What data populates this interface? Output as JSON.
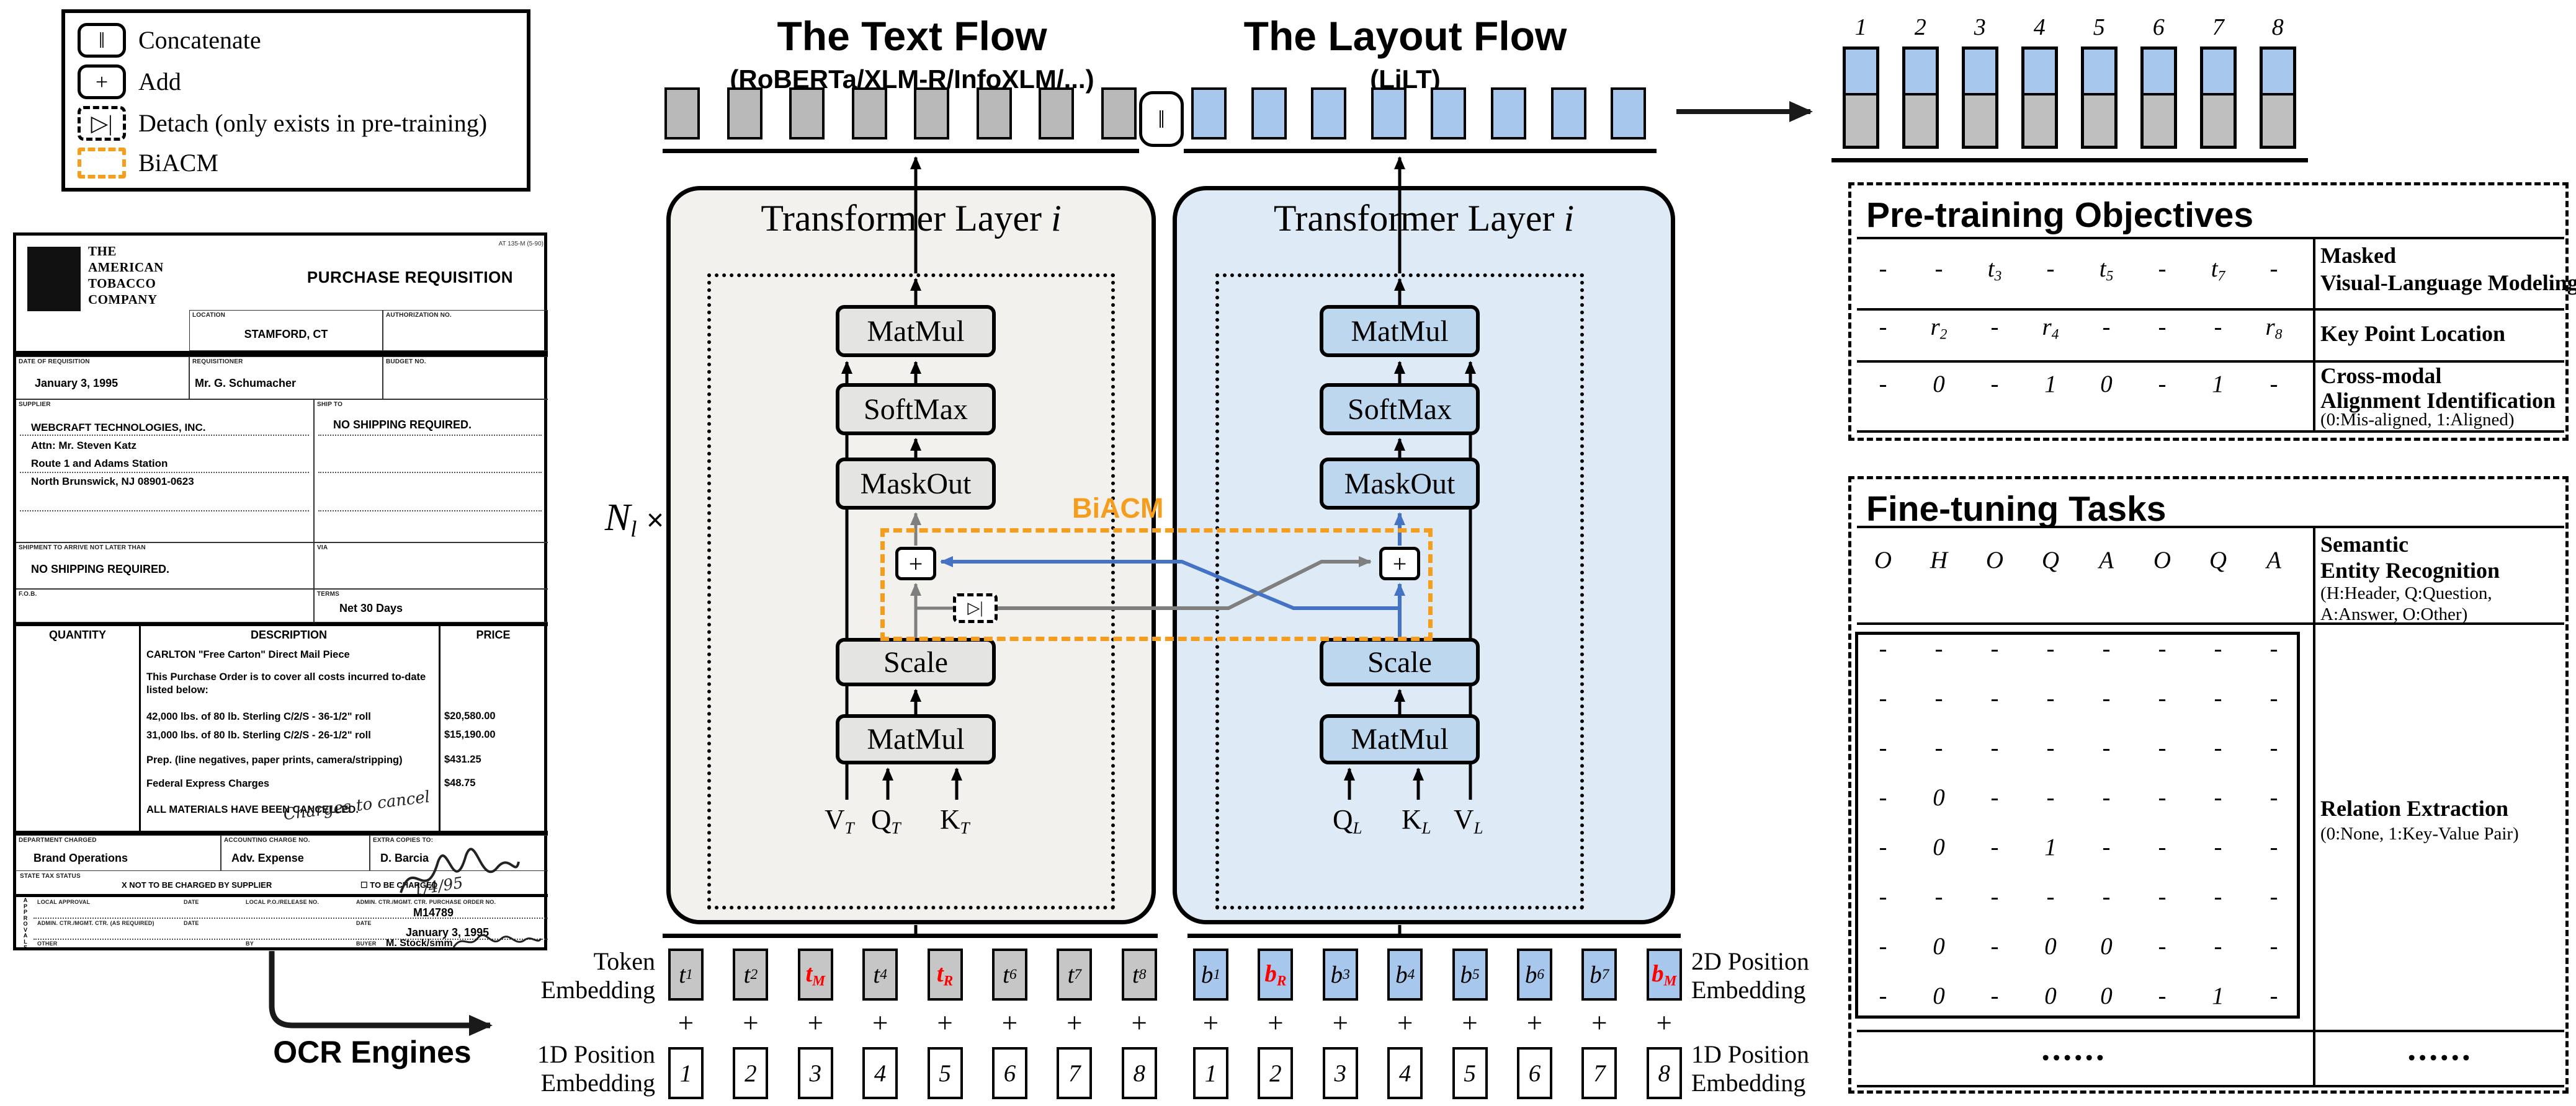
{
  "colors": {
    "accent_orange": "#F59E1D",
    "arrow_blue": "#4472C4",
    "arrow_gray": "#7F7F7F",
    "slab_gray": "#B9B9B9",
    "slab_blue": "#A7C7ED",
    "block_blue": "#BDD7EE",
    "flow_blue_bg": "#DEEBF7",
    "flow_gray_bg": "#F2F1EE",
    "red": "#FF0000"
  },
  "legend": {
    "items": [
      {
        "symbol": "‖",
        "label": "Concatenate",
        "style": "solid"
      },
      {
        "symbol": "+",
        "label": "Add",
        "style": "solid"
      },
      {
        "symbol": "▷|",
        "label": "Detach (only exists in pre-training)",
        "style": "dashed"
      },
      {
        "symbol": "",
        "label": "BiACM",
        "style": "orange"
      }
    ]
  },
  "ocr": {
    "label": "OCR Engines"
  },
  "n_layers": {
    "main": "N",
    "sub": "l",
    "times": "×"
  },
  "concat_symbol": "‖",
  "biacm": {
    "label": "BiACM"
  },
  "text_flow": {
    "title": "The Text Flow",
    "subtitle": "(RoBERTa/XLM-R/InfoXLM/...)",
    "layer_label": "Transformer Layer",
    "layer_label_italic": "i",
    "blocks": {
      "matmul_top": "MatMul",
      "softmax": "SoftMax",
      "maskout": "MaskOut",
      "add": "+",
      "detach": "▷|",
      "scale": "Scale",
      "matmul_bottom": "MatMul"
    },
    "inputs": [
      {
        "m": "V",
        "s": "T"
      },
      {
        "m": "Q",
        "s": "T"
      },
      {
        "m": "K",
        "s": "T"
      }
    ]
  },
  "layout_flow": {
    "title": "The Layout Flow",
    "subtitle": "(LiLT)",
    "layer_label": "Transformer Layer",
    "layer_label_italic": "i",
    "blocks": {
      "matmul_top": "MatMul",
      "softmax": "SoftMax",
      "maskout": "MaskOut",
      "add": "+",
      "scale": "Scale",
      "matmul_bottom": "MatMul"
    },
    "inputs": [
      {
        "m": "Q",
        "s": "L"
      },
      {
        "m": "K",
        "s": "L"
      },
      {
        "m": "V",
        "s": "L"
      }
    ]
  },
  "embeddings": {
    "token_label": [
      "Token",
      "Embedding"
    ],
    "pos1d_left_label": [
      "1D Position",
      "Embedding"
    ],
    "pos2d_label": [
      "2D Position",
      "Embedding"
    ],
    "pos1d_right_label": [
      "1D Position",
      "Embedding"
    ],
    "plus": "+",
    "tokens": [
      {
        "m": "t",
        "s": "1"
      },
      {
        "m": "t",
        "s": "2"
      },
      {
        "m": "t",
        "s": "M",
        "red": true
      },
      {
        "m": "t",
        "s": "4"
      },
      {
        "m": "t",
        "s": "R",
        "red": true
      },
      {
        "m": "t",
        "s": "6"
      },
      {
        "m": "t",
        "s": "7"
      },
      {
        "m": "t",
        "s": "8"
      }
    ],
    "pos1d": [
      "1",
      "2",
      "3",
      "4",
      "5",
      "6",
      "7",
      "8"
    ],
    "boxes2d": [
      {
        "m": "b",
        "s": "1"
      },
      {
        "m": "b",
        "s": "R",
        "red": true
      },
      {
        "m": "b",
        "s": "3"
      },
      {
        "m": "b",
        "s": "4"
      },
      {
        "m": "b",
        "s": "5"
      },
      {
        "m": "b",
        "s": "6"
      },
      {
        "m": "b",
        "s": "7"
      },
      {
        "m": "b",
        "s": "M",
        "red": true
      }
    ]
  },
  "output_stack": {
    "labels": [
      "1",
      "2",
      "3",
      "4",
      "5",
      "6",
      "7",
      "8"
    ]
  },
  "pretraining": {
    "title": "Pre-training Objectives",
    "rows": [
      {
        "values": [
          "-",
          "-",
          "t_3",
          "-",
          "t_5",
          "-",
          "t_7",
          "-"
        ],
        "label_bold": [
          "Masked",
          "Visual-Language Modeling"
        ],
        "label_normal": []
      },
      {
        "values": [
          "-",
          "r_2",
          "-",
          "r_4",
          "-",
          "-",
          "-",
          "r_8"
        ],
        "label_bold": [
          "Key Point Location"
        ],
        "label_normal": []
      },
      {
        "values": [
          "-",
          "0",
          "-",
          "1",
          "0",
          "-",
          "1",
          "-"
        ],
        "label_bold": [
          "Cross-modal",
          "Alignment Identification"
        ],
        "label_normal": [
          "(0:Mis-aligned, 1:Aligned)"
        ]
      }
    ]
  },
  "finetuning": {
    "title": "Fine-tuning Tasks",
    "header": [
      "O",
      "H",
      "O",
      "Q",
      "A",
      "O",
      "Q",
      "A"
    ],
    "ser_bold": [
      "Semantic",
      "Entity Recognition"
    ],
    "ser_normal": [
      "(H:Header, Q:Question,",
      "A:Answer, O:Other)"
    ],
    "matrix": [
      [
        "-",
        "-",
        "-",
        "-",
        "-",
        "-",
        "-",
        "-"
      ],
      [
        "-",
        "-",
        "-",
        "-",
        "-",
        "-",
        "-",
        "-"
      ],
      [
        "-",
        "-",
        "-",
        "-",
        "-",
        "-",
        "-",
        "-"
      ],
      [
        "-",
        "0",
        "-",
        "-",
        "-",
        "-",
        "-",
        "-"
      ],
      [
        "-",
        "0",
        "-",
        "1",
        "-",
        "-",
        "-",
        "-"
      ],
      [
        "-",
        "-",
        "-",
        "-",
        "-",
        "-",
        "-",
        "-"
      ],
      [
        "-",
        "0",
        "-",
        "0",
        "0",
        "-",
        "-",
        "-"
      ],
      [
        "-",
        "0",
        "-",
        "0",
        "0",
        "-",
        "1",
        "-"
      ]
    ],
    "re_bold": [
      "Relation Extraction"
    ],
    "re_normal": [
      "(0:None, 1:Key-Value Pair)"
    ],
    "dots_left": "••••••",
    "dots_right": "••••••"
  },
  "document": {
    "form_code": "AT 135-M (5-90)",
    "company": [
      "THE",
      "AMERICAN",
      "TOBACCO",
      "COMPANY"
    ],
    "title": "PURCHASE REQUISITION",
    "location_label": "LOCATION",
    "location": "STAMFORD, CT",
    "auth_label": "AUTHORIZATION NO.",
    "date_label": "DATE OF REQUISITION",
    "date": "January 3, 1995",
    "req_label": "REQUISITIONER",
    "requisitioner": "Mr. G. Schumacher",
    "budget_label": "BUDGET NO.",
    "supplier_label": "SUPPLIER",
    "supplier_lines": [
      "WEBCRAFT TECHNOLOGIES, INC.",
      "Attn: Mr. Steven Katz",
      "Route 1 and Adams Station",
      "North Brunswick, NJ 08901-0623"
    ],
    "shipto_label": "SHIP TO",
    "shipto": "NO SHIPPING REQUIRED.",
    "arrive_label": "SHIPMENT TO ARRIVE NOT LATER THAN",
    "arrive": "NO SHIPPING REQUIRED.",
    "via_label": "VIA",
    "fob_label": "F.O.B.",
    "terms_label": "TERMS",
    "terms": "Net 30 Days",
    "table_headers": [
      "QUANTITY",
      "DESCRIPTION",
      "PRICE"
    ],
    "table_rows": [
      {
        "desc": "CARLTON \"Free Carton\" Direct Mail Piece",
        "price": ""
      },
      {
        "desc": "This Purchase Order is to cover all costs incurred to-date listed below:",
        "price": ""
      },
      {
        "desc": "42,000 lbs. of 80 lb. Sterling C/2/S - 36-1/2\" roll",
        "price": "$20,580.00"
      },
      {
        "desc": "31,000 lbs. of 80 lb. Sterling C/2/S - 26-1/2\" roll",
        "price": "$15,190.00"
      },
      {
        "desc": "Prep. (line negatives, paper prints, camera/stripping)",
        "price": "$431.25"
      },
      {
        "desc": "Federal Express Charges",
        "price": "$48.75"
      },
      {
        "desc": "ALL MATERIALS HAVE BEEN CANCELLED.",
        "price": ""
      }
    ],
    "handwriting": "Charges to cancel",
    "handwriting_date": "1/4/95",
    "dept_label": "DEPARTMENT CHARGED",
    "dept": "Brand Operations",
    "acct_label": "ACCOUNTING CHARGE NO.",
    "acct": "Adv. Expense",
    "copies_label": "EXTRA COPIES TO:",
    "copies": "D. Barcia",
    "tax_label": "STATE TAX STATUS",
    "xmark": "X",
    "checkbox": "☐",
    "tax_opt1": "NOT TO BE CHARGED BY SUPPLIER",
    "tax_opt2": "TO BE CHARGED",
    "approvals_label": "APPROVALS",
    "local_label": "LOCAL APPROVAL",
    "date_lbl": "DATE",
    "po_label": "LOCAL P.O./RELEASE NO.",
    "admin_label": "ADMIN. CTR./MGMT. CTR. PURCHASE ORDER NO.",
    "po_no": "M14789",
    "admin2_label": "ADMIN. CTR./MGMT. CTR. (AS REQUIRED)",
    "date_value": "January 3, 1995",
    "other_label": "OTHER",
    "by_label": "BY",
    "buyer_label": "BUYER",
    "buyer": "M. Stock/smm"
  }
}
